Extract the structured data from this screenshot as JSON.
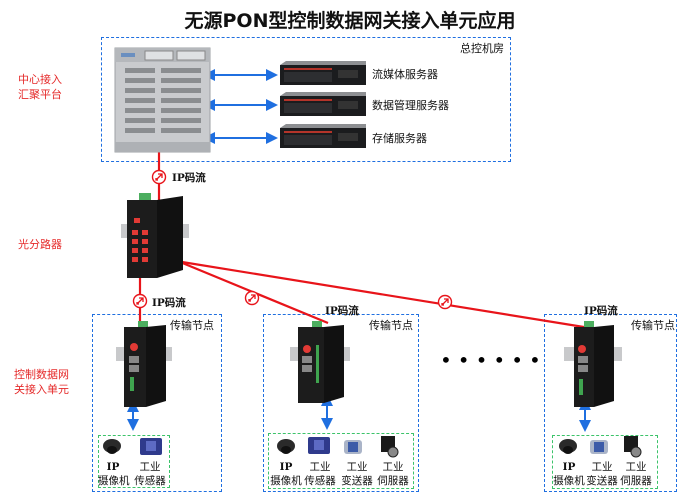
{
  "title": "无源PON型控制数据网关接入单元应用",
  "side_labels": {
    "central": [
      "中心接入",
      "汇聚平台"
    ],
    "splitter": "光分路器",
    "gateway": [
      "控制数据网",
      "关接入单元"
    ]
  },
  "control_room": {
    "label": "总控机房",
    "servers": [
      {
        "label": "流媒体服务器",
        "icon": "rack-server-icon"
      },
      {
        "label": "数据管理服务器",
        "icon": "rack-server-icon"
      },
      {
        "label": "存储服务器",
        "icon": "rack-server-icon"
      }
    ],
    "chassis_icon": "olt-chassis-icon"
  },
  "links": {
    "ip_stream": "IP码流",
    "fiber_icon": "fiber-signal-icon"
  },
  "nodes": [
    {
      "label": "传输节点",
      "stream_label": "IP码流",
      "devices": [
        {
          "top": "IP",
          "bottom": "摄像机",
          "icon": "ip-camera-icon"
        },
        {
          "top": "工业",
          "bottom": "传感器",
          "icon": "industrial-sensor-icon"
        }
      ]
    },
    {
      "label": "传输节点",
      "stream_label": "IP码流",
      "devices": [
        {
          "top": "IP",
          "bottom": "摄像机",
          "icon": "ip-camera-icon"
        },
        {
          "top": "工业",
          "bottom": "传感器",
          "icon": "industrial-sensor-icon"
        },
        {
          "top": "工业",
          "bottom": "变送器",
          "icon": "industrial-transmitter-icon"
        },
        {
          "top": "工业",
          "bottom": "伺服器",
          "icon": "industrial-servo-icon"
        }
      ]
    },
    {
      "label": "传输节点",
      "stream_label": "IP码流",
      "devices": [
        {
          "top": "IP",
          "bottom": "摄像机",
          "icon": "ip-camera-icon"
        },
        {
          "top": "工业",
          "bottom": "变送器",
          "icon": "industrial-transmitter-icon"
        },
        {
          "top": "工业",
          "bottom": "伺服器",
          "icon": "industrial-servo-icon"
        }
      ]
    }
  ],
  "ellipsis": "••••••",
  "colors": {
    "fiber_line": "#e8141a",
    "ethernet_arrow": "#1f6fe0",
    "zone_border": "#1f6fe0",
    "device_group_border": "#3cc36a",
    "side_label": "#e52a2a"
  }
}
